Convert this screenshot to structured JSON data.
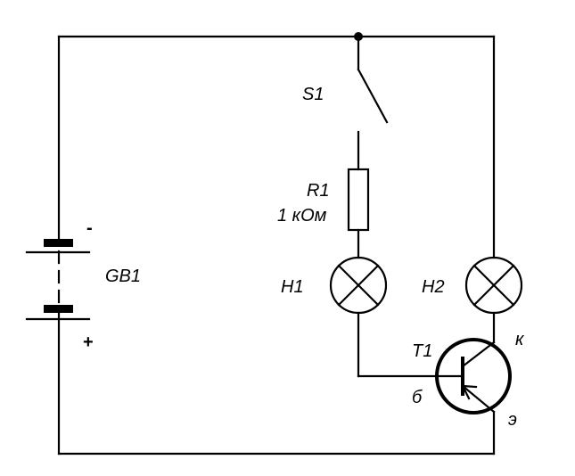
{
  "diagram": {
    "battery": {
      "label": "GB1",
      "minus_sign": "-",
      "plus_sign": "+"
    },
    "switch": {
      "label": "S1"
    },
    "resistor": {
      "label": "R1",
      "value": "1 кОм"
    },
    "lamp1": {
      "label": "H1"
    },
    "lamp2": {
      "label": "H2"
    },
    "transistor": {
      "label": "T1",
      "base_label": "б",
      "collector_label": "к",
      "emitter_label": "э"
    }
  }
}
